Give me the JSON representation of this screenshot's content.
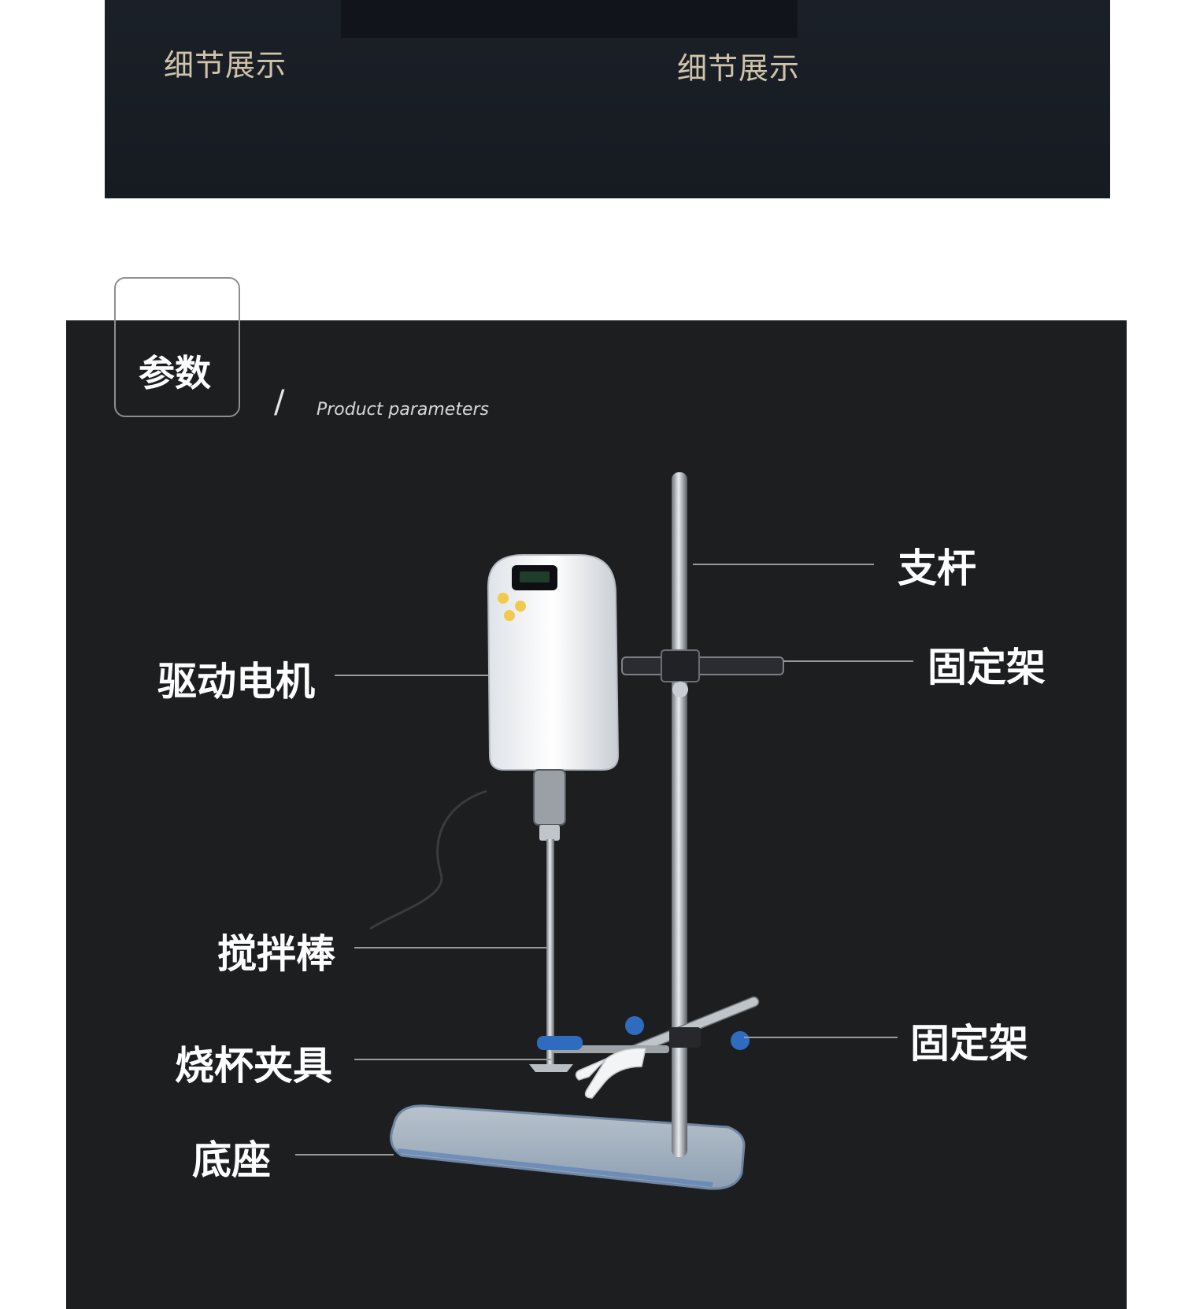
{
  "top_banner": {
    "left_label": "细节展示",
    "right_label": "细节展示"
  },
  "parameters": {
    "title": "参数",
    "separator": "/",
    "subtitle": "Product parameters"
  },
  "callouts": {
    "support_rod": "支杆",
    "fixed_frame_top": "固定架",
    "drive_motor": "驱动电机",
    "stirring_rod": "搅拌棒",
    "fixed_frame_bottom": "固定架",
    "beaker_clamp": "烧杯夹具",
    "base": "底座"
  }
}
